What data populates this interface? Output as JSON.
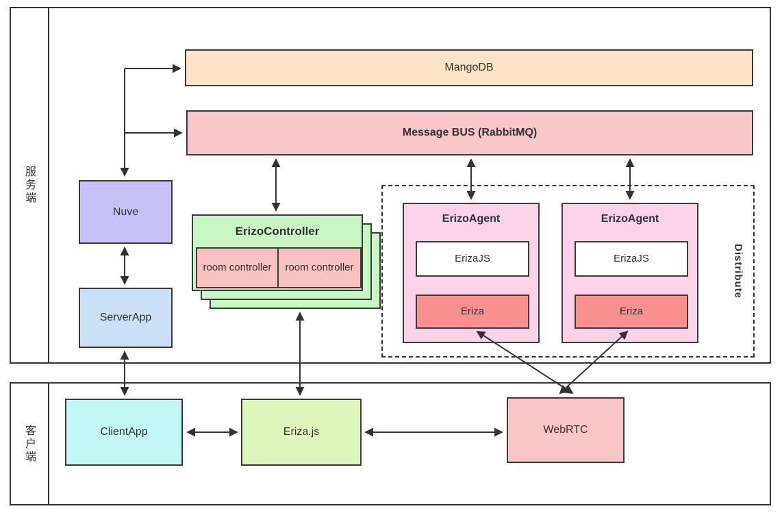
{
  "diagram": {
    "sections": {
      "server": {
        "label": "服务端"
      },
      "client": {
        "label": "客户端"
      }
    },
    "nodes": {
      "mangodb": {
        "label": "MangoDB"
      },
      "message_bus": {
        "label": "Message BUS (RabbitMQ)"
      },
      "nuve": {
        "label": "Nuve"
      },
      "server_app": {
        "label": "ServerApp"
      },
      "erizo_controller": {
        "label": "ErizoController"
      },
      "room_controller_1": {
        "label": "room controller"
      },
      "room_controller_2": {
        "label": "room controller"
      },
      "distribute_group": {
        "label": "Distribute"
      },
      "erizo_agent_1": {
        "title": "ErizoAgent",
        "erizajs_label": "ErizaJS",
        "eriza_label": "Eriza"
      },
      "erizo_agent_2": {
        "title": "ErizoAgent",
        "erizajs_label": "ErizaJS",
        "eriza_label": "Eriza"
      },
      "client_app": {
        "label": "ClientApp"
      },
      "eriza_js": {
        "label": "Eriza.js"
      },
      "webrtc": {
        "label": "WebRTC"
      }
    },
    "colors": {
      "mangodb": "#FBE5C6",
      "message_bus": "#F9C7C9",
      "nuve": "#C4C2F6",
      "server_app": "#CBDFF6",
      "erizo_controller": "#C8F6C4",
      "room_controller": "#F9C2C0",
      "erizo_agent": "#FAD2EA",
      "erizajs": "#FFFFFF",
      "eriza": "#F98F8F",
      "client_app": "#C3F8F6",
      "eriza_js": "#DFF7BD",
      "webrtc": "#F9C6C6",
      "line": "#333333"
    }
  }
}
